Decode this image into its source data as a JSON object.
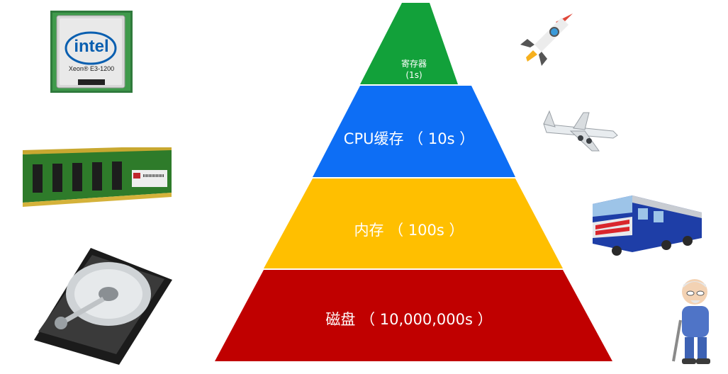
{
  "pyramid": {
    "levels": [
      {
        "name": "寄存器",
        "time": "(1s)",
        "color": "#12a13a"
      },
      {
        "name": "CPU缓存 （ 10s ）",
        "color": "#0d6ef5"
      },
      {
        "name": "内存 （ 100s ）",
        "color": "#ffbf00"
      },
      {
        "name": "磁盘 （ 10,000,000s ）",
        "color": "#c00000"
      }
    ]
  },
  "hardware_images": {
    "cpu": {
      "icon": "cpu-chip-icon",
      "brand": "intel",
      "model": "Xeon® E3-1200"
    },
    "ram": {
      "icon": "ram-stick-icon"
    },
    "disk": {
      "icon": "hard-disk-icon"
    }
  },
  "speed_images": [
    {
      "icon": "rocket-icon"
    },
    {
      "icon": "airplane-icon"
    },
    {
      "icon": "train-icon"
    },
    {
      "icon": "old-man-walking-icon"
    }
  ]
}
